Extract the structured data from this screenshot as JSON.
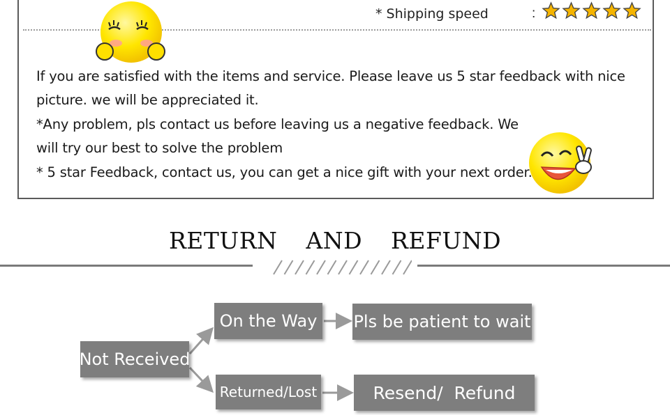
{
  "shipping": {
    "label": "* Shipping speed",
    "colon": ":",
    "rating": 5,
    "rating_max": 5
  },
  "feedback": {
    "lines": [
      "If you are satisfied with the items and service. Please leave us 5 star feedback with nice",
      "picture. we will be appreciated it.",
      "*Any problem, pls contact us before leaving us a negative feedback. We",
      "will try our best to solve the problem",
      "* 5 star Feedback, contact us, you can get a nice gift with your next order."
    ]
  },
  "section": {
    "title": "RETURN AND REFUND"
  },
  "flowchart": {
    "root": "Not Received",
    "branch_on_way": "On the Way",
    "result_on_way": "Pls be patient to wait",
    "branch_lost": "Returned/Lost",
    "result_lost": "Resend/  Refund"
  },
  "colors": {
    "star": "#f5b400",
    "node": "#7e7e7e",
    "smiley": "#ffe600",
    "rule": "#7a7a7a"
  },
  "icons": [
    "star-icon",
    "smiley-shy-icon",
    "smiley-victory-icon"
  ]
}
